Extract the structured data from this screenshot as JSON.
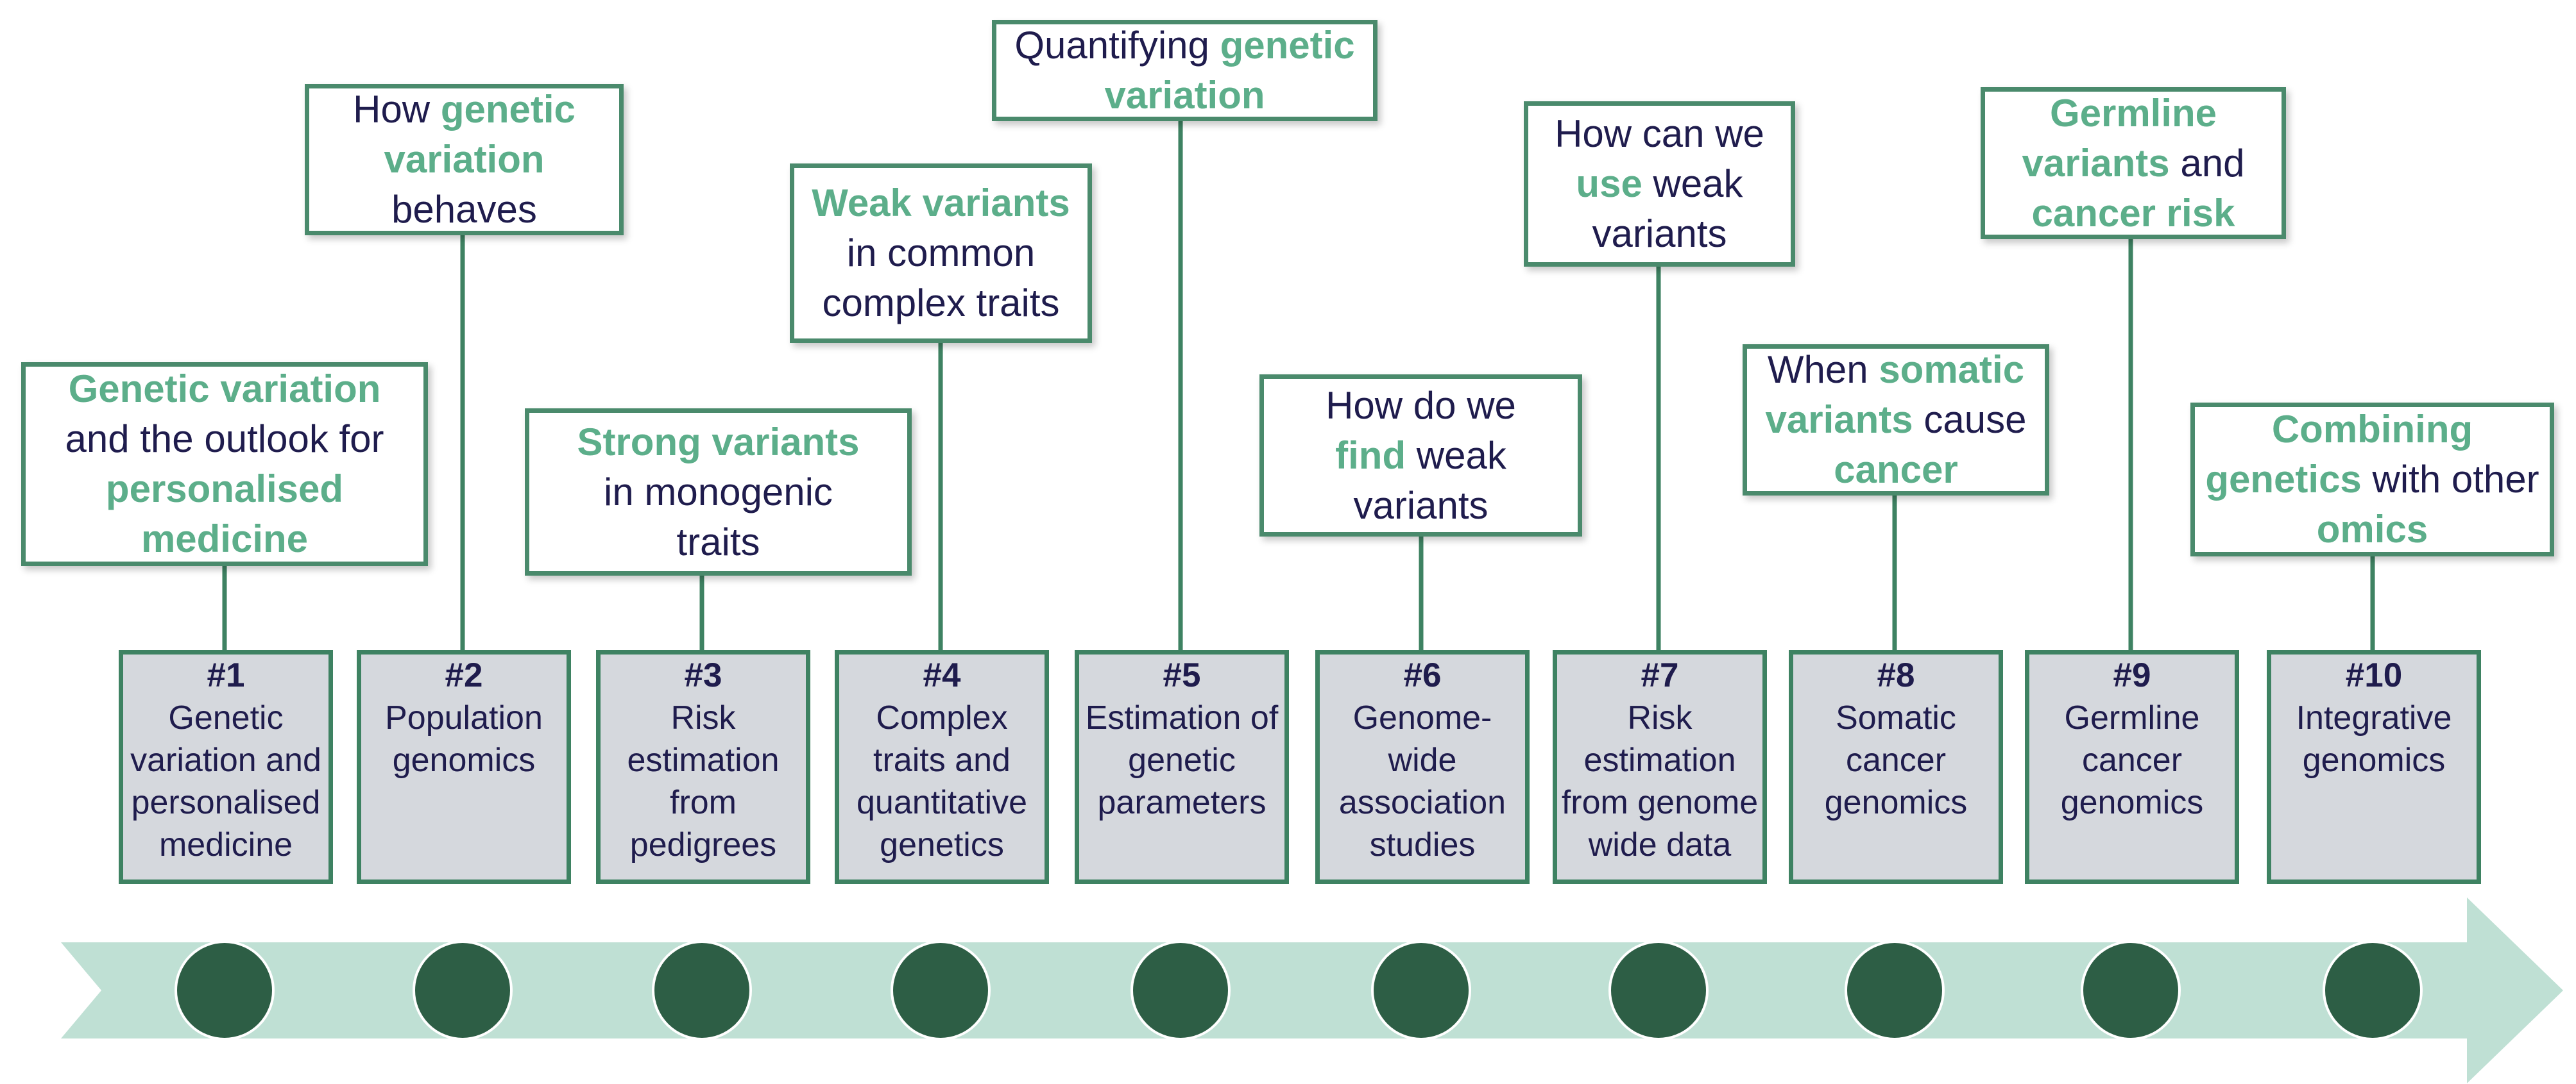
{
  "colors": {
    "accent_text": "#5cae8a",
    "body_text": "#1f1c4d",
    "callout_border": "#4a8a6c",
    "lecture_fill": "#d5d8dd",
    "lecture_border": "#3e8262",
    "timeline_arrow": "#bfe0d4",
    "timeline_node": "#2d5e45"
  },
  "callouts": [
    {
      "lines": [
        [
          {
            "t": "Genetic variation",
            "hl": true
          }
        ],
        [
          {
            "t": "and the outlook for",
            "hl": false
          }
        ],
        [
          {
            "t": "personalised",
            "hl": true
          }
        ],
        [
          {
            "t": "medicine",
            "hl": true
          }
        ]
      ]
    },
    {
      "lines": [
        [
          {
            "t": "How ",
            "hl": false
          },
          {
            "t": "genetic",
            "hl": true
          }
        ],
        [
          {
            "t": "variation",
            "hl": true
          }
        ],
        [
          {
            "t": "behaves",
            "hl": false
          }
        ]
      ]
    },
    {
      "lines": [
        [
          {
            "t": "Strong variants",
            "hl": true
          }
        ],
        [
          {
            "t": "in monogenic",
            "hl": false
          }
        ],
        [
          {
            "t": "traits",
            "hl": false
          }
        ]
      ]
    },
    {
      "lines": [
        [
          {
            "t": "Weak variants",
            "hl": true
          }
        ],
        [
          {
            "t": "in common",
            "hl": false
          }
        ],
        [
          {
            "t": "complex traits",
            "hl": false
          }
        ]
      ]
    },
    {
      "lines": [
        [
          {
            "t": "Quantifying ",
            "hl": false
          },
          {
            "t": "genetic",
            "hl": true
          }
        ],
        [
          {
            "t": "variation",
            "hl": true
          }
        ]
      ]
    },
    {
      "lines": [
        [
          {
            "t": "How do we",
            "hl": false
          }
        ],
        [
          {
            "t": "find",
            "hl": true
          },
          {
            "t": " weak",
            "hl": false
          }
        ],
        [
          {
            "t": "variants",
            "hl": false
          }
        ]
      ]
    },
    {
      "lines": [
        [
          {
            "t": "How can we",
            "hl": false
          }
        ],
        [
          {
            "t": "use",
            "hl": true
          },
          {
            "t": " weak",
            "hl": false
          }
        ],
        [
          {
            "t": "variants",
            "hl": false
          }
        ]
      ]
    },
    {
      "lines": [
        [
          {
            "t": "When ",
            "hl": false
          },
          {
            "t": "somatic",
            "hl": true
          }
        ],
        [
          {
            "t": "variants",
            "hl": true
          },
          {
            "t": " cause",
            "hl": false
          }
        ],
        [
          {
            "t": "cancer",
            "hl": true
          }
        ]
      ]
    },
    {
      "lines": [
        [
          {
            "t": "Germline",
            "hl": true
          }
        ],
        [
          {
            "t": "variants",
            "hl": true
          },
          {
            "t": " and",
            "hl": false
          }
        ],
        [
          {
            "t": "cancer risk",
            "hl": true
          }
        ]
      ]
    },
    {
      "lines": [
        [
          {
            "t": "Combining",
            "hl": true
          }
        ],
        [
          {
            "t": "genetics",
            "hl": true
          },
          {
            "t": " with other",
            "hl": false
          }
        ],
        [
          {
            "t": "omics",
            "hl": true
          }
        ]
      ]
    }
  ],
  "lectures": [
    {
      "number": "#1",
      "title": "Genetic\nvariation and\npersonalised\nmedicine"
    },
    {
      "number": "#2",
      "title": "Population\ngenomics"
    },
    {
      "number": "#3",
      "title": "Risk\nestimation\nfrom\npedigrees"
    },
    {
      "number": "#4",
      "title": "Complex\ntraits and\nquantitative\ngenetics"
    },
    {
      "number": "#5",
      "title": "Estimation of\ngenetic\nparameters"
    },
    {
      "number": "#6",
      "title": "Genome-\nwide\nassociation\nstudies"
    },
    {
      "number": "#7",
      "title": "Risk\nestimation\nfrom genome\nwide data"
    },
    {
      "number": "#8",
      "title": "Somatic\ncancer\ngenomics"
    },
    {
      "number": "#9",
      "title": "Germline\ncancer\ngenomics"
    },
    {
      "number": "#10",
      "title": "Integrative\ngenomics"
    }
  ]
}
